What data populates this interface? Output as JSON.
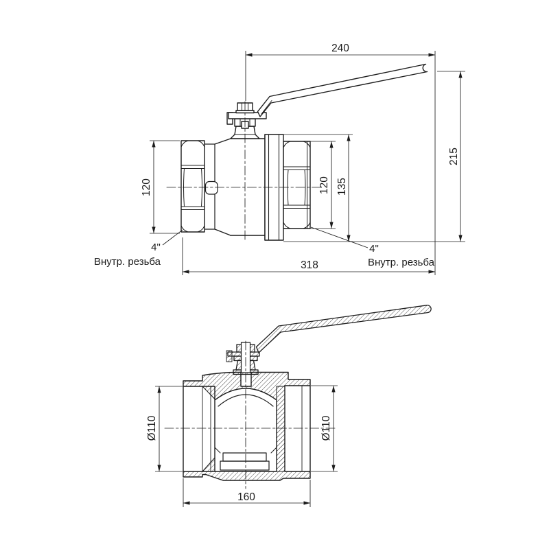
{
  "drawing": {
    "type": "technical-drawing",
    "subject": "ball-valve-with-lever-handle",
    "colors": {
      "line": "#1c1c1c",
      "background": "#ffffff"
    },
    "top_view": {
      "dims": {
        "handle_length": "240",
        "overall_height": "215",
        "overall_length": "318",
        "left_nut_size": "120",
        "right_nut_size": "120",
        "flange_diameter": "135"
      },
      "labels": {
        "left_thread_size": "4\"",
        "left_thread_note": "Внутр. резьба",
        "right_thread_size": "4\"",
        "right_thread_note": "Внутр. резьба"
      }
    },
    "section_view": {
      "dims": {
        "left_bore": "Ø110",
        "right_bore": "Ø110",
        "body_length": "160"
      }
    }
  }
}
